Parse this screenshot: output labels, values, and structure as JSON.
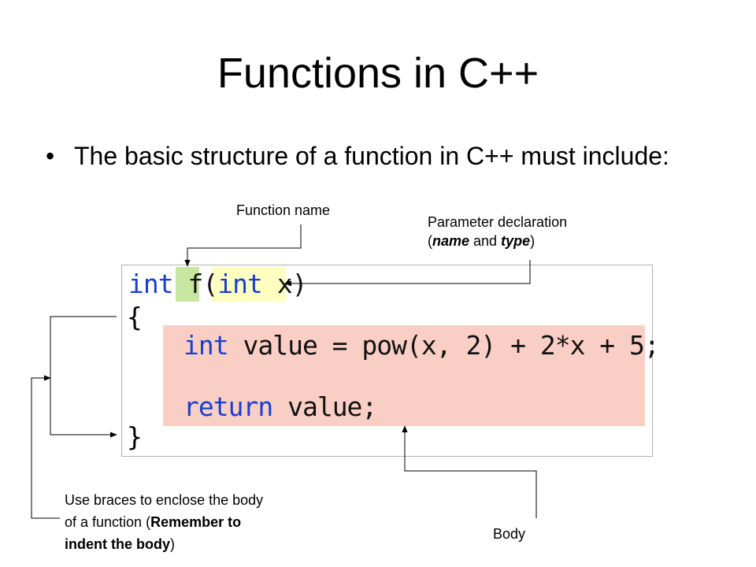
{
  "slide": {
    "title": "Functions in C++",
    "bullet": "The basic structure of a function in C++ must include:"
  },
  "labels": {
    "function_name": "Function name",
    "param_line1": "Parameter declaration",
    "param_open": "(",
    "param_name": "name",
    "param_and": " and ",
    "param_type": "type",
    "param_close": ")",
    "body": "Body",
    "braces_line1": "Use braces to enclose the body",
    "braces_line2_pre": "of a function (",
    "braces_line2_bold": "Remember to",
    "braces_line3_bold": "indent the body",
    "braces_line3_post": ")"
  },
  "code": {
    "line1": {
      "kw1": "int",
      "fn": "f",
      "paren_open": "(",
      "kw2": "int",
      "param": "x",
      "paren_close": ")"
    },
    "open_brace": "{",
    "line3": {
      "kw": "int",
      "rest": " value = pow(x, 2) + 2*x + 5;"
    },
    "line4": {
      "kw": "return",
      "rest": " value;"
    },
    "close_brace": "}"
  },
  "colors": {
    "keyword": "#1a3fd0",
    "function_highlight": "#c8e6a0",
    "param_highlight": "#ffffc0",
    "body_highlight": "#f9cfc5"
  }
}
